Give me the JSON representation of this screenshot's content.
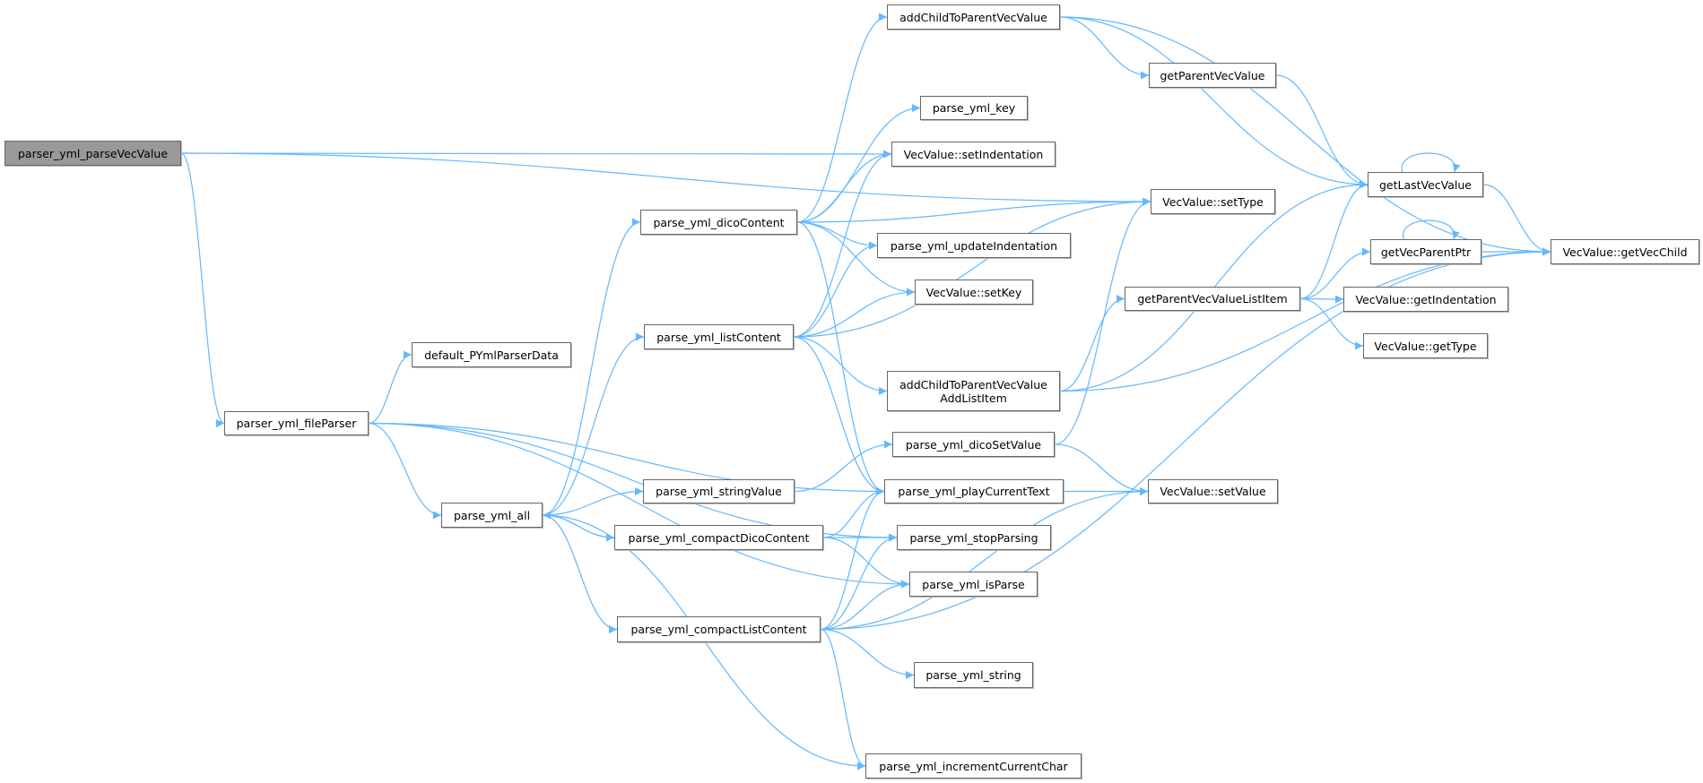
{
  "graph": {
    "type": "call-graph",
    "edge_color": "#63b8ff",
    "root_color": "#999999",
    "nodes": [
      {
        "id": "parser_yml_parseVecValue",
        "label": [
          "parser_yml_parseVecValue"
        ],
        "root": true
      },
      {
        "id": "parser_yml_fileParser",
        "label": [
          "parser_yml_fileParser"
        ]
      },
      {
        "id": "default_PYmlParserData",
        "label": [
          "default_PYmlParserData"
        ]
      },
      {
        "id": "parse_yml_all",
        "label": [
          "parse_yml_all"
        ]
      },
      {
        "id": "parse_yml_dicoContent",
        "label": [
          "parse_yml_dicoContent"
        ]
      },
      {
        "id": "parse_yml_listContent",
        "label": [
          "parse_yml_listContent"
        ]
      },
      {
        "id": "parse_yml_stringValue",
        "label": [
          "parse_yml_stringValue"
        ]
      },
      {
        "id": "parse_yml_compactDicoContent",
        "label": [
          "parse_yml_compactDicoContent"
        ]
      },
      {
        "id": "parse_yml_compactListContent",
        "label": [
          "parse_yml_compactListContent"
        ]
      },
      {
        "id": "addChildToParentVecValue",
        "label": [
          "addChildToParentVecValue"
        ]
      },
      {
        "id": "parse_yml_key",
        "label": [
          "parse_yml_key"
        ]
      },
      {
        "id": "VecValue::setIndentation",
        "label": [
          "VecValue::setIndentation"
        ]
      },
      {
        "id": "parse_yml_updateIndentation",
        "label": [
          "parse_yml_updateIndentation"
        ]
      },
      {
        "id": "VecValue::setKey",
        "label": [
          "VecValue::setKey"
        ]
      },
      {
        "id": "addChildToParentVecValueAddListItem",
        "label": [
          "addChildToParentVecValue",
          "AddListItem"
        ]
      },
      {
        "id": "parse_yml_dicoSetValue",
        "label": [
          "parse_yml_dicoSetValue"
        ]
      },
      {
        "id": "parse_yml_playCurrentText",
        "label": [
          "parse_yml_playCurrentText"
        ]
      },
      {
        "id": "parse_yml_stopParsing",
        "label": [
          "parse_yml_stopParsing"
        ]
      },
      {
        "id": "parse_yml_isParse",
        "label": [
          "parse_yml_isParse"
        ]
      },
      {
        "id": "parse_yml_string",
        "label": [
          "parse_yml_string"
        ]
      },
      {
        "id": "parse_yml_incrementCurrentChar",
        "label": [
          "parse_yml_incrementCurrentChar"
        ]
      },
      {
        "id": "getParentVecValue",
        "label": [
          "getParentVecValue"
        ]
      },
      {
        "id": "VecValue::setType",
        "label": [
          "VecValue::setType"
        ]
      },
      {
        "id": "getLastVecValue",
        "label": [
          "getLastVecValue"
        ]
      },
      {
        "id": "getVecParentPtr",
        "label": [
          "getVecParentPtr"
        ]
      },
      {
        "id": "VecValue::getVecChild",
        "label": [
          "VecValue::getVecChild"
        ]
      },
      {
        "id": "getParentVecValueListItem",
        "label": [
          "getParentVecValueListItem"
        ]
      },
      {
        "id": "VecValue::getIndentation",
        "label": [
          "VecValue::getIndentation"
        ]
      },
      {
        "id": "VecValue::getType",
        "label": [
          "VecValue::getType"
        ]
      },
      {
        "id": "VecValue::setValue",
        "label": [
          "VecValue::setValue"
        ]
      }
    ],
    "edges": [
      [
        "parser_yml_parseVecValue",
        "VecValue::setType"
      ],
      [
        "parser_yml_parseVecValue",
        "VecValue::setIndentation"
      ],
      [
        "parser_yml_parseVecValue",
        "parser_yml_fileParser"
      ],
      [
        "parser_yml_fileParser",
        "default_PYmlParserData"
      ],
      [
        "parser_yml_fileParser",
        "parse_yml_all"
      ],
      [
        "parser_yml_fileParser",
        "parse_yml_playCurrentText"
      ],
      [
        "parser_yml_fileParser",
        "parse_yml_stopParsing"
      ],
      [
        "parser_yml_fileParser",
        "parse_yml_isParse"
      ],
      [
        "parse_yml_all",
        "parse_yml_dicoContent"
      ],
      [
        "parse_yml_all",
        "parse_yml_listContent"
      ],
      [
        "parse_yml_all",
        "parse_yml_stringValue"
      ],
      [
        "parse_yml_all",
        "parse_yml_compactDicoContent"
      ],
      [
        "parse_yml_all",
        "parse_yml_compactListContent"
      ],
      [
        "parse_yml_all",
        "parse_yml_incrementCurrentChar"
      ],
      [
        "parse_yml_compactDicoContent",
        "parse_yml_all"
      ],
      [
        "parse_yml_compactDicoContent",
        "parse_yml_playCurrentText"
      ],
      [
        "parse_yml_compactDicoContent",
        "parse_yml_stopParsing"
      ],
      [
        "parse_yml_compactDicoContent",
        "parse_yml_isParse"
      ],
      [
        "parse_yml_dicoContent",
        "addChildToParentVecValue"
      ],
      [
        "parse_yml_dicoContent",
        "parse_yml_key"
      ],
      [
        "parse_yml_dicoContent",
        "VecValue::setIndentation"
      ],
      [
        "parse_yml_dicoContent",
        "VecValue::setType"
      ],
      [
        "parse_yml_dicoContent",
        "parse_yml_updateIndentation"
      ],
      [
        "parse_yml_dicoContent",
        "VecValue::setKey"
      ],
      [
        "parse_yml_dicoContent",
        "parse_yml_playCurrentText"
      ],
      [
        "parse_yml_listContent",
        "VecValue::setIndentation"
      ],
      [
        "parse_yml_listContent",
        "parse_yml_updateIndentation"
      ],
      [
        "parse_yml_listContent",
        "VecValue::setKey"
      ],
      [
        "parse_yml_listContent",
        "VecValue::setType"
      ],
      [
        "parse_yml_listContent",
        "addChildToParentVecValueAddListItem"
      ],
      [
        "parse_yml_listContent",
        "parse_yml_playCurrentText"
      ],
      [
        "parse_yml_stringValue",
        "parse_yml_dicoSetValue"
      ],
      [
        "parse_yml_compactListContent",
        "parse_yml_playCurrentText"
      ],
      [
        "parse_yml_compactListContent",
        "parse_yml_stopParsing"
      ],
      [
        "parse_yml_compactListContent",
        "parse_yml_isParse"
      ],
      [
        "parse_yml_compactListContent",
        "VecValue::setValue"
      ],
      [
        "parse_yml_compactListContent",
        "parse_yml_string"
      ],
      [
        "parse_yml_compactListContent",
        "VecValue::getVecChild"
      ],
      [
        "parse_yml_compactListContent",
        "parse_yml_incrementCurrentChar"
      ],
      [
        "addChildToParentVecValue",
        "getParentVecValue"
      ],
      [
        "addChildToParentVecValue",
        "getLastVecValue"
      ],
      [
        "addChildToParentVecValue",
        "VecValue::getVecChild"
      ],
      [
        "getParentVecValue",
        "getLastVecValue"
      ],
      [
        "getLastVecValue",
        "getLastVecValue"
      ],
      [
        "getLastVecValue",
        "VecValue::getVecChild"
      ],
      [
        "addChildToParentVecValueAddListItem",
        "getParentVecValueListItem"
      ],
      [
        "addChildToParentVecValueAddListItem",
        "getLastVecValue"
      ],
      [
        "addChildToParentVecValueAddListItem",
        "VecValue::getVecChild"
      ],
      [
        "getParentVecValueListItem",
        "getLastVecValue"
      ],
      [
        "getParentVecValueListItem",
        "getVecParentPtr"
      ],
      [
        "getParentVecValueListItem",
        "VecValue::getIndentation"
      ],
      [
        "getParentVecValueListItem",
        "VecValue::getType"
      ],
      [
        "getVecParentPtr",
        "getVecParentPtr"
      ],
      [
        "getVecParentPtr",
        "VecValue::getVecChild"
      ],
      [
        "parse_yml_dicoSetValue",
        "VecValue::setType"
      ],
      [
        "parse_yml_dicoSetValue",
        "VecValue::setValue"
      ],
      [
        "parse_yml_playCurrentText",
        "VecValue::setValue"
      ]
    ]
  }
}
